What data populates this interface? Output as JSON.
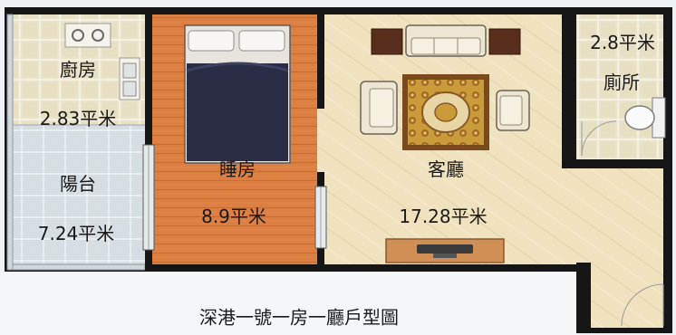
{
  "rooms": {
    "kitchen": {
      "name": "廚房",
      "area": "2.83平米"
    },
    "balcony": {
      "name": "陽台",
      "area": "7.24平米"
    },
    "bedroom": {
      "name": "睡房",
      "area": "8.9平米"
    },
    "living": {
      "name": "客廳",
      "area": "17.28平米"
    },
    "toilet": {
      "name": "廁所",
      "area": "2.8平米"
    }
  },
  "caption": "深港一號一房一廳戶型圖",
  "colors": {
    "wall": "#161616",
    "bedroom_floor": "#dc7f43",
    "living_floor": "#f0e2bf",
    "tile": "#e9e3cb",
    "balcony_tile": "#d6dee4",
    "bed_cover": "#2a2d45"
  }
}
